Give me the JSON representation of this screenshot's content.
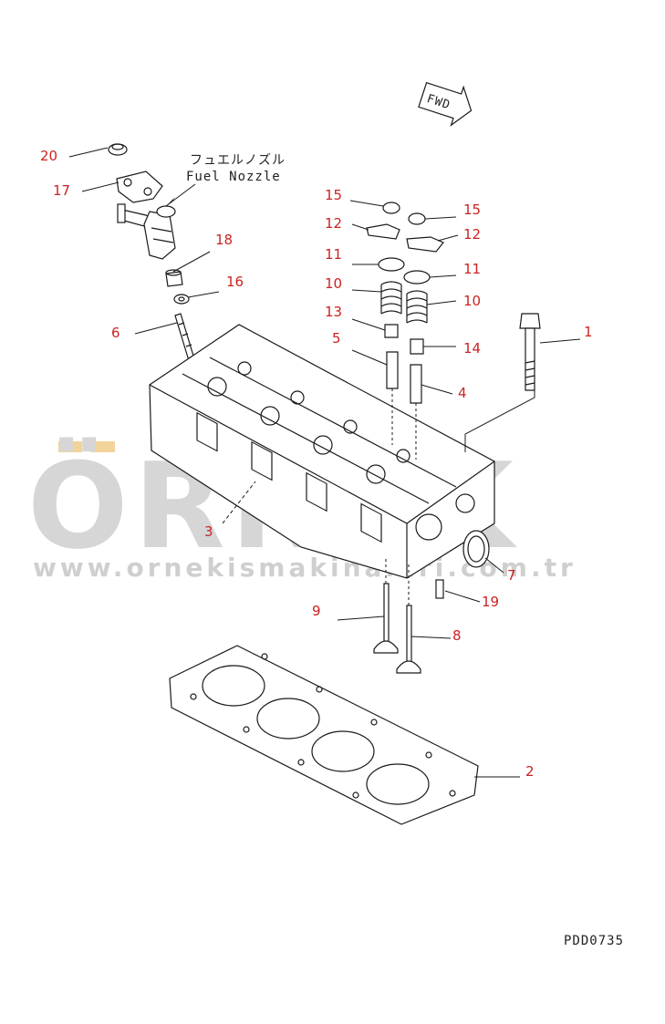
{
  "watermark": {
    "brand": "ÖRNEK",
    "url": "www.ornekismakinalari.com.tr"
  },
  "direction_label": "FWD",
  "fuel_nozzle_caption": {
    "japanese": "フュエルノズル",
    "english": "Fuel Nozzle"
  },
  "drawing_code": "PDD0735",
  "callouts": {
    "c20": "20",
    "c17": "17",
    "c18": "18",
    "c16": "16",
    "c6": "6",
    "c15a": "15",
    "c15b": "15",
    "c12a": "12",
    "c12b": "12",
    "c11a": "11",
    "c11b": "11",
    "c10a": "10",
    "c10b": "10",
    "c13": "13",
    "c14": "14",
    "c5": "5",
    "c4": "4",
    "c1": "1",
    "c3": "3",
    "c7": "7",
    "c19": "19",
    "c9": "9",
    "c8": "8",
    "c2": "2"
  },
  "colors": {
    "callout_red": "#cc2222",
    "ink": "#1a1a1a",
    "watermark_gray": "#d6d6d6",
    "watermark_accent": "#f2d49a"
  }
}
